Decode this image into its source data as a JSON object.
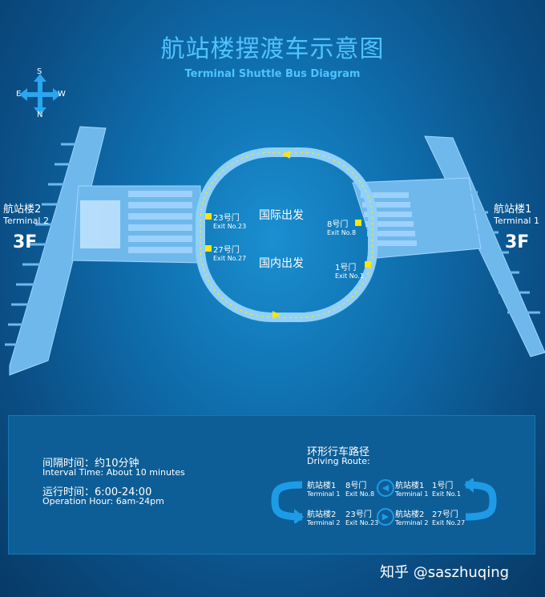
{
  "title": "航站楼摆渡车示意图",
  "subtitle": "Terminal Shuttle Bus Diagram",
  "compass": {
    "north": "N",
    "south": "S",
    "east": "E",
    "west": "W"
  },
  "terminals": {
    "t2": {
      "name_cn": "航站楼2",
      "name_en": "Terminal 2",
      "floor": "3F"
    },
    "t1": {
      "name_cn": "航站楼1",
      "name_en": "Terminal 1",
      "floor": "3F"
    }
  },
  "gates": [
    {
      "id": "gate23",
      "cn": "23号门",
      "en": "Exit No.23"
    },
    {
      "id": "gate27",
      "cn": "27号门",
      "en": "Exit No.27"
    },
    {
      "id": "gate8",
      "cn": "8号门",
      "en": "Exit No.8"
    },
    {
      "id": "gate1",
      "cn": "1号门",
      "en": "Exit No.1"
    }
  ],
  "zones": {
    "international": "国际出发",
    "domestic": "国内出发"
  },
  "legend": {
    "interval_cn": "间隔时间：约10分钟",
    "interval_en": "Interval Time: About 10 minutes",
    "hours_cn": "运行时间：6:00-24:00",
    "hours_en": "Operation Hour: 6am-24pm",
    "route_title_cn": "环形行车路径",
    "route_title_en": "Driving Route:",
    "route_top": [
      {
        "cn": "航站楼1",
        "en": "Terminal 1"
      },
      {
        "cn": "8号门",
        "en": "Exit No.8"
      },
      {
        "cn": "航站楼1",
        "en": "Terminal 1"
      },
      {
        "cn": "1号门",
        "en": "Exit No.1"
      }
    ],
    "route_bottom": [
      {
        "cn": "航站楼2",
        "en": "Terminal 2"
      },
      {
        "cn": "23号门",
        "en": "Exit No.23"
      },
      {
        "cn": "航站楼2",
        "en": "Terminal 2"
      },
      {
        "cn": "27号门",
        "en": "Exit No.27"
      }
    ]
  },
  "watermark": "知乎 @saszhuqing",
  "colors": {
    "accent": "#4fc3ff",
    "building": "#6fb8ec",
    "route": "#ffe600",
    "arrow": "#1e9be6"
  }
}
